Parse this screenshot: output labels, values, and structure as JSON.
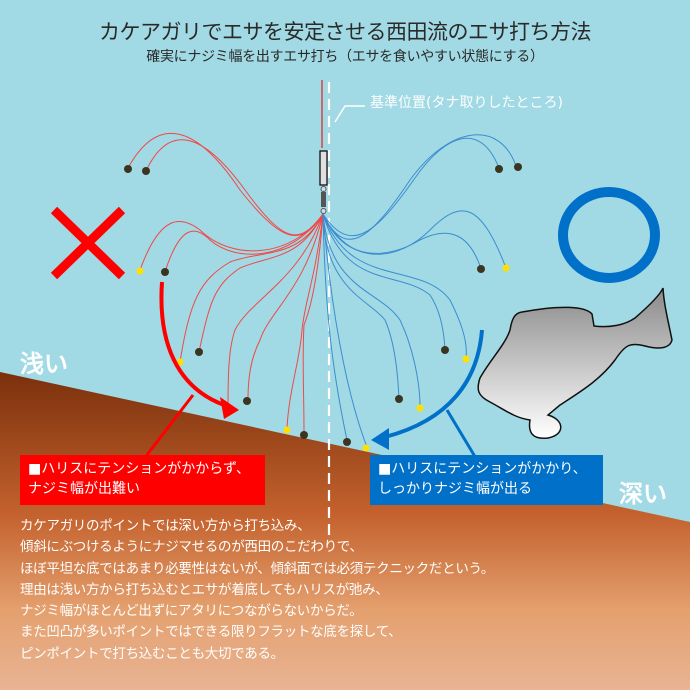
{
  "title": "カケアガリでエサを安定させる西田流のエサ打ち方法",
  "subtitle": "確実にナジミ幅を出すエサ打ち（エサを食いやすい状態にする）",
  "reference_label": "基準位置(タナ取りしたところ)",
  "depth_labels": {
    "shallow": "浅い",
    "deep": "深い"
  },
  "marks": {
    "bad": "×",
    "good": "○"
  },
  "callouts": {
    "bad": {
      "line1": "■ハリスにテンションがかからず、",
      "line2": "ナジミ幅が出難い"
    },
    "good": {
      "line1": "■ハリスにテンションがかかり、",
      "line2": "しっかりナジミ幅が出る"
    }
  },
  "body_lines": [
    "カケアガリのポイントでは深い方から打ち込み、",
    "傾斜にぶつけるようにナジマせるのが西田のこだわりで、",
    "ほぼ平坦な底ではあまり必要性はないが、傾斜面では必須テクニックだという。",
    "理由は浅い方から打ち込むとエサが着底してもハリスが弛み、",
    "ナジミ幅がほとんど出ずにアタリにつながらないからだ。",
    "また凹凸が多いポイントではできる限りフラットな底を探して、",
    "ピンポイントで打ち込むことも大切である。"
  ],
  "colors": {
    "water": "#a1dae4",
    "seabed_top": "#7f3510",
    "seabed_mid": "#c8683a",
    "seabed_bottom": "#e6a886",
    "bad": "#ff0000",
    "good": "#0070c8",
    "line_red": "#f04848",
    "line_blue": "#3c8cd0",
    "bait_dark": "#3a3420",
    "bait_yellow": "#ffe000"
  },
  "icons": [
    "cross-mark-icon",
    "circle-mark-icon",
    "fish-silhouette-icon",
    "float-icon",
    "curved-arrow-icon"
  ]
}
